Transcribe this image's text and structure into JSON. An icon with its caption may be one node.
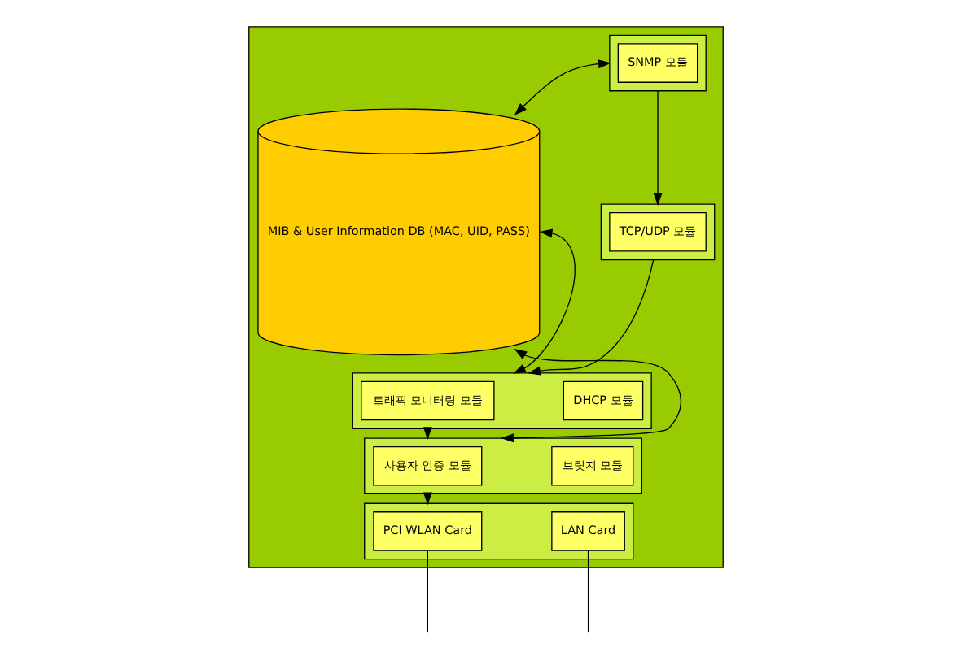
{
  "diagram": {
    "nodes": [
      {
        "text": [],
        "shape": "box"
      },
      {
        "text": [
          "MIB & User Information DB (MAC, UID, PASS)"
        ],
        "in": 0
      },
      {
        "text": [],
        "shape": "box",
        "in": 0
      },
      {
        "text": [
          "SNMP 모듈"
        ],
        "in": 2
      },
      {
        "text": [],
        "shape": "box",
        "in": 0
      },
      {
        "text": [
          "TCP/UDP 모듈"
        ],
        "in": 4
      },
      {
        "text": [],
        "shape": "box",
        "in": 0
      },
      {
        "text": [
          "트래픽 모니터링 모듈"
        ],
        "in": 6
      },
      {
        "text": [
          "DHCP 모듈"
        ],
        "in": 6
      },
      {
        "text": [],
        "shape": "box",
        "in": 0
      },
      {
        "text": [
          "사용자 인증 모듈"
        ],
        "in": 9
      },
      {
        "text": [
          "브릿지 모듈"
        ],
        "in": 9
      },
      {
        "text": [],
        "shape": "box",
        "in": 0
      },
      {
        "text": [
          "PCI WLAN Card"
        ],
        "in": 12
      },
      {
        "text": [
          "LAN Card"
        ],
        "in": 12
      }
    ],
    "edges": [
      {
        "from": 1,
        "to": 2,
        "arrow": "both"
      },
      {
        "from": 2,
        "to": 4,
        "arrow": "to"
      },
      {
        "from": 4,
        "to": 6,
        "arrow": "to"
      },
      {
        "from": 1,
        "to": 6,
        "arrow": "both"
      },
      {
        "from": 6,
        "to": 9,
        "arrow": "to"
      },
      {
        "from": 1,
        "to": 9,
        "arrow": "both"
      },
      {
        "from": 9,
        "to": 12,
        "arrow": "to"
      },
      {
        "from": 13,
        "to": null,
        "arrow": "none"
      },
      {
        "from": 14,
        "to": null,
        "arrow": "none"
      }
    ]
  }
}
